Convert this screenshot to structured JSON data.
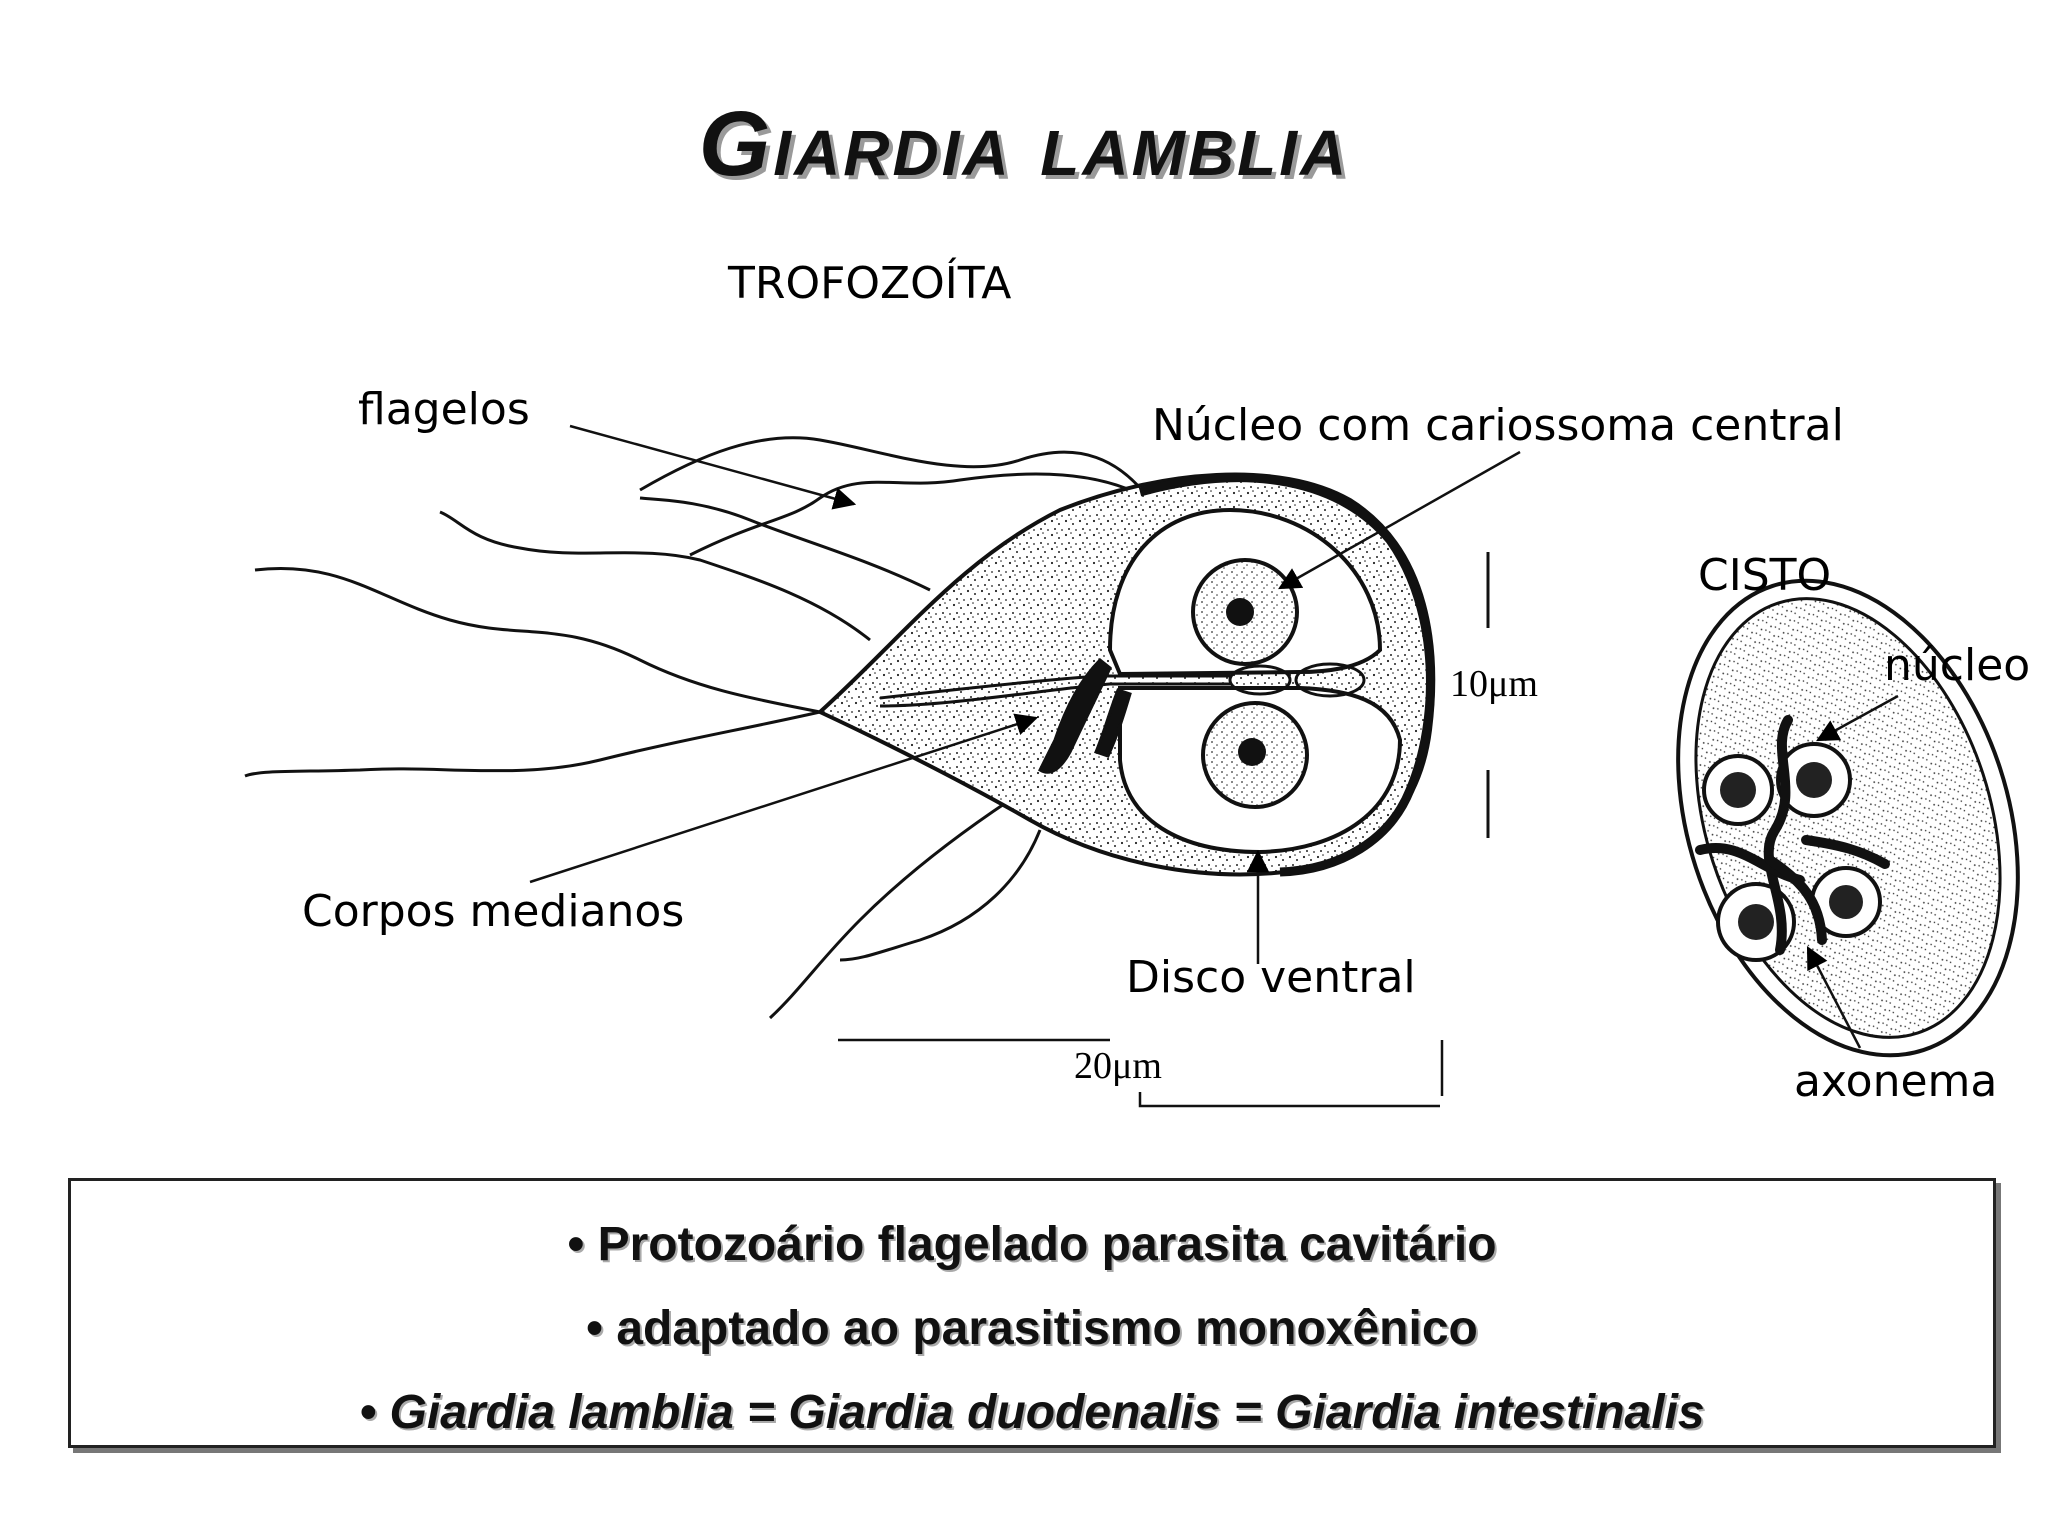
{
  "title": "Giardia lamblia",
  "trofozoita": {
    "heading": "TROFOZOÍTA",
    "labels": {
      "flagelos": "flagelos",
      "nucleo": "Núcleo com cariossoma central",
      "corpos": "Corpos medianos",
      "disco": "Disco ventral"
    },
    "scale_width": "20μm",
    "scale_height": "10μm"
  },
  "cisto": {
    "heading": "CISTO",
    "labels": {
      "nucleo": "núcleo",
      "axonema": "axonema"
    }
  },
  "info": {
    "line1": "• Protozoário flagelado parasita cavitário",
    "line2": "• adaptado ao parasitismo monoxênico",
    "line3": "• Giardia lamblia = Giardia duodenalis = Giardia intestinalis"
  }
}
